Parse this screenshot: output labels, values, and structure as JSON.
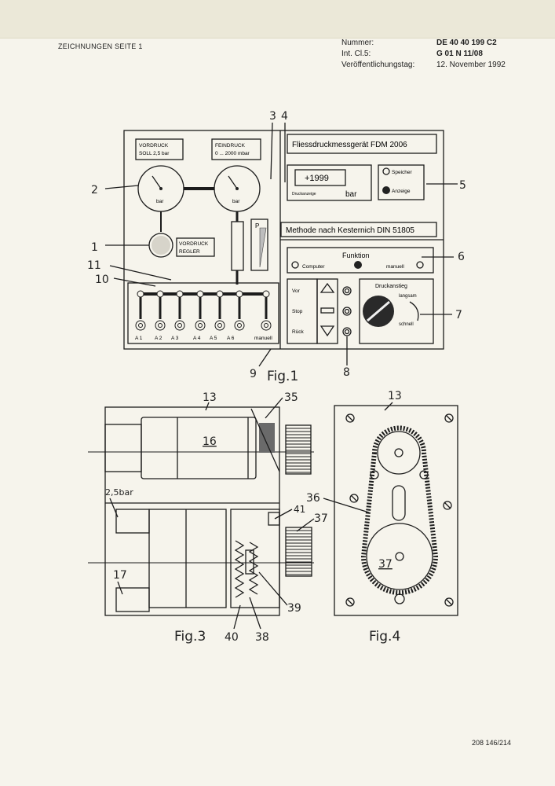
{
  "header": {
    "drawings_page": "ZEICHNUNGEN SEITE 1",
    "labels": [
      "Nummer:",
      "Int. Cl.5:",
      "Veröffentlichungstag:"
    ],
    "values": [
      "DE 40 40 199  C2",
      "G 01 N  11/08",
      "12. November 1992"
    ]
  },
  "fig1": {
    "device_title": "Fliessdruckmessgerät FDM 2006",
    "method": "Methode nach Kesternich DIN 51805",
    "gauge_left_label": "VORDRUCK\nSOLL 2,5 bar",
    "gauge_right_label": "FEINDRUCK\n0 ... 2000 mbar",
    "bar": "bar",
    "display_value": "+1999",
    "display_caption": "Druckanzeige",
    "display_unit": "bar",
    "speicher": "Speicher",
    "anzeige": "Anzeige",
    "regler": "VORDRUCK\nREGLER",
    "funktion": "Funktion",
    "computer": "Computer",
    "manuell": "manuell",
    "vor": "Vor",
    "stop": "Stop",
    "rueck": "Rück",
    "druckanstieg": "Druckanstieg",
    "langsam": "langsam",
    "schnell": "schnell",
    "ports": [
      "A 1",
      "A 2",
      "A 3",
      "A 4",
      "A 5",
      "A 6",
      "manuell"
    ],
    "p": "P",
    "refs": [
      "3",
      "4",
      "2",
      "5",
      "1",
      "11",
      "10",
      "6",
      "7",
      "9",
      "8"
    ],
    "caption": "Fig.1"
  },
  "fig3": {
    "refs": [
      "13",
      "35",
      "16",
      "2,5bar",
      "41",
      "37",
      "17",
      "39",
      "40",
      "38"
    ],
    "caption": "Fig.3"
  },
  "fig4": {
    "refs": [
      "13",
      "36",
      "37"
    ],
    "caption": "Fig.4"
  },
  "footer": {
    "doc_number": "208 146/214"
  }
}
